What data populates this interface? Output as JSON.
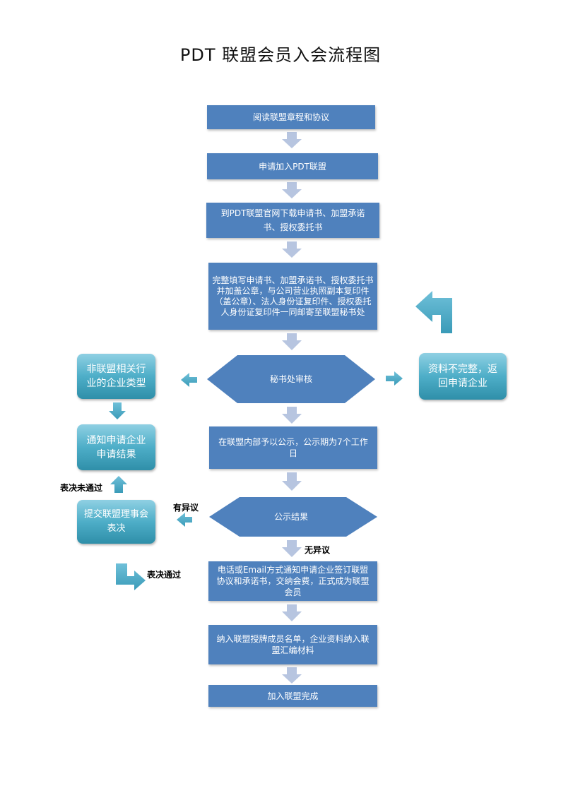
{
  "title": "PDT 联盟会员入会流程图",
  "steps": {
    "read": "阅读联盟章程和协议",
    "apply": "申请加入PDT联盟",
    "download": "到PDT联盟官网下载申请书、加盟承诺书、授权委托书",
    "fill": "完整填写申请书、加盟承诺书、授权委托书并加盖公章，与公司营业执照副本复印件（盖公章）、法人身份证复印件、授权委托人身份证复印件一同邮寄至联盟秘书处",
    "review": "秘书处审核",
    "publicize": "在联盟内部予以公示，公示期为7个工作日",
    "result": "公示结果",
    "notify_sign": "电话或Email方式通知申请企业签订联盟协议和承诺书，交纳会费，正式成为联盟会员",
    "include": "纳入联盟授牌成员名单，企业资料纳入联盟汇编材料",
    "complete": "加入联盟完成"
  },
  "side": {
    "non_related": "非联盟相关行业的企业类型",
    "notify_result": "通知申请企业申请结果",
    "submit_council": "提交联盟理事会表决",
    "incomplete": "资料不完整，返回申请企业"
  },
  "labels": {
    "vote_fail": "表决未通过",
    "objection": "有异议",
    "no_objection": "无异议",
    "vote_pass": "表决通过"
  },
  "colors": {
    "box": "#4f81bd",
    "arrow_down": "#b7c5e0",
    "side_arrow": "#4aa8c4"
  }
}
